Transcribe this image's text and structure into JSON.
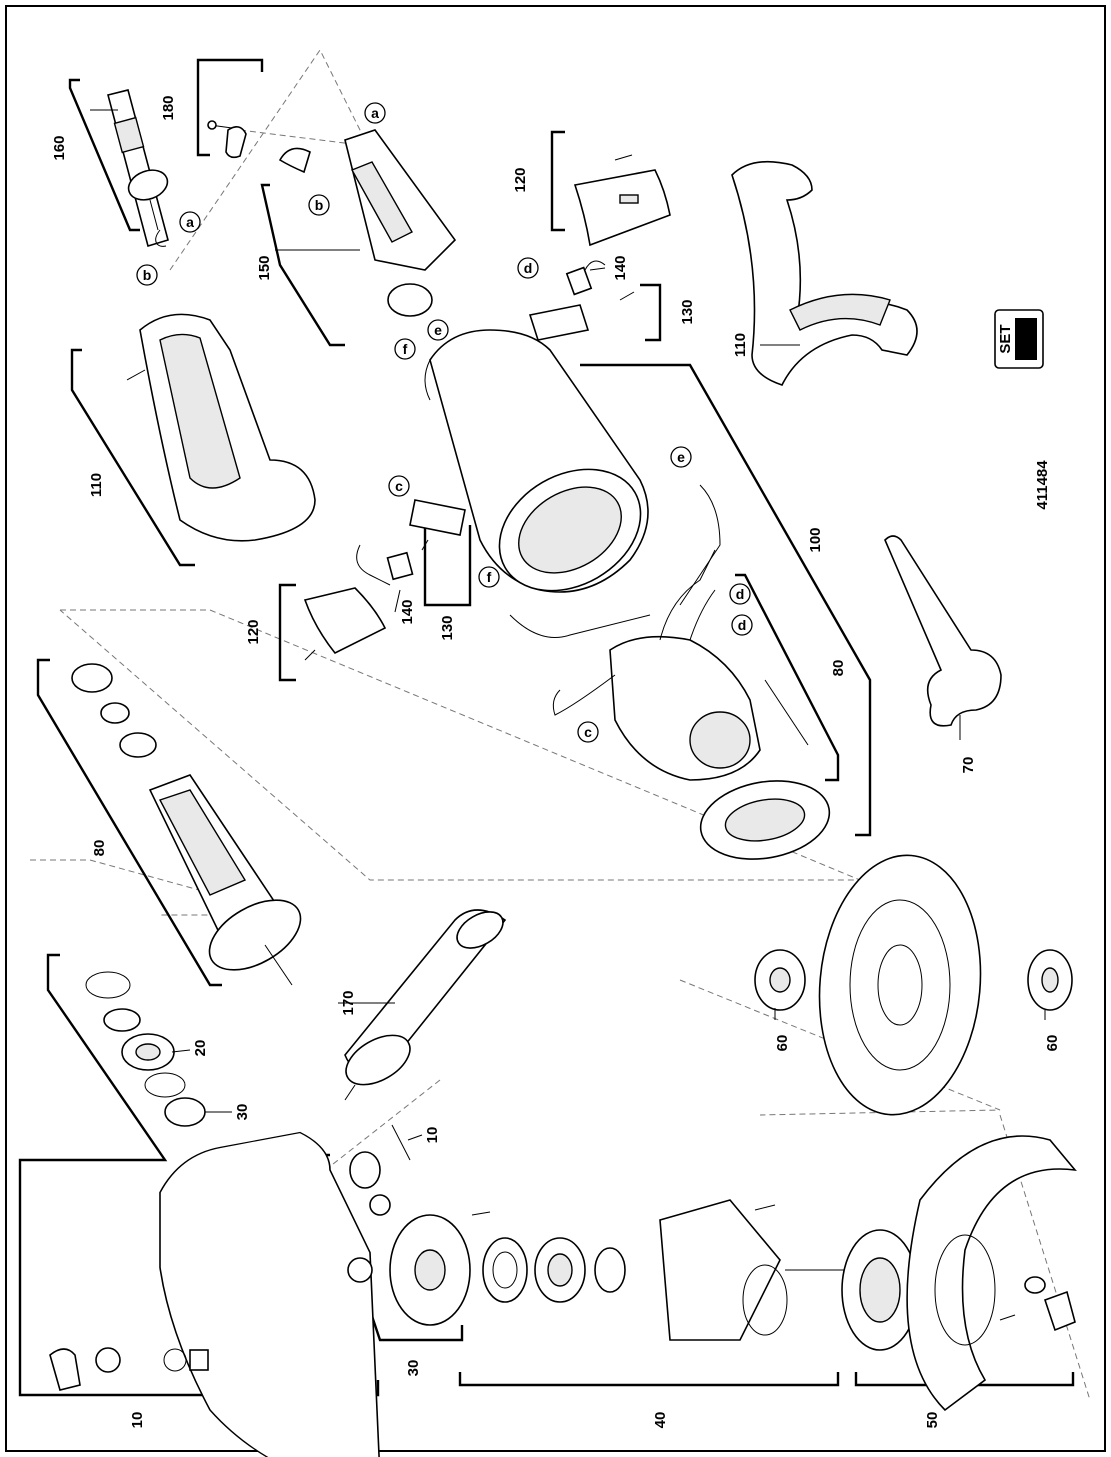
{
  "drawing_number": "411484",
  "set_badge": "SET",
  "part_labels": {
    "p10a": "10",
    "p10b": "10",
    "p20": "20",
    "p30a": "30",
    "p30b": "30",
    "p40": "40",
    "p50": "50",
    "p60a": "60",
    "p60b": "60",
    "p70": "70",
    "p80a": "80",
    "p80b": "80",
    "p100": "100",
    "p110a": "110",
    "p110b": "110",
    "p120a": "120",
    "p120b": "120",
    "p130a": "130",
    "p130b": "130",
    "p140a": "140",
    "p140b": "140",
    "p150": "150",
    "p160": "160",
    "p170": "170",
    "p180": "180"
  },
  "connector_labels": {
    "a1": "a",
    "a2": "a",
    "b1": "b",
    "b2": "b",
    "c1": "c",
    "c2": "c",
    "d1": "d",
    "d2": "d",
    "d3": "d",
    "e1": "e",
    "e2": "e",
    "f1": "f",
    "f2": "f"
  }
}
